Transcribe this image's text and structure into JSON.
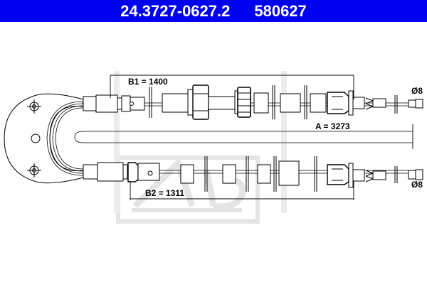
{
  "header": {
    "part_number": "24.3727-0627.2",
    "ref_number": "580627",
    "background_color": "#0000f0",
    "text_color": "#ffffff"
  },
  "drawing": {
    "type": "parking brake cable technical drawing",
    "dimensions": {
      "b1": "B1 = 1400",
      "b2": "B2 = 1311",
      "a": "A = 3273",
      "diameter_top": "Ø8",
      "diameter_bottom": "Ø8"
    },
    "watermark": "Ate",
    "line_color": "#000000",
    "watermark_color": "#e6e6e6"
  }
}
